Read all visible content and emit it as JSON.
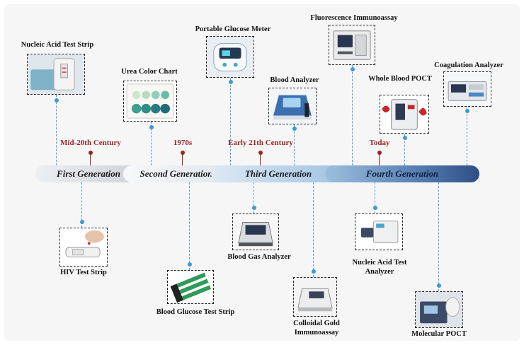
{
  "generations": [
    {
      "label": "First Generation"
    },
    {
      "label": "Second Generation"
    },
    {
      "label": "Third Generation"
    },
    {
      "label": "Fourth Generation"
    }
  ],
  "eras": [
    {
      "label": "Mid-20th Century"
    },
    {
      "label": "1970s"
    },
    {
      "label": "Early 21th Century"
    },
    {
      "label": "Today"
    }
  ],
  "devices_above": [
    {
      "name": "Nucleic Acid Test Strip"
    },
    {
      "name": "Urea Color Chart"
    },
    {
      "name": "Portable Glucose Meter"
    },
    {
      "name": "Blood Analyzer"
    },
    {
      "name": "Fluorescence Immunoassay"
    },
    {
      "name": "Whole Blood POCT"
    },
    {
      "name": "Coagulation Analyzer"
    }
  ],
  "devices_below": [
    {
      "name": "HIV Test Strip"
    },
    {
      "name": "Blood Glucose Test Strip"
    },
    {
      "name": "Blood Gas Analyzer"
    },
    {
      "name": "Colloidal Gold Immunoassay"
    },
    {
      "name": "Nucleic Acid Test Analyzer"
    },
    {
      "name": "Molecular POCT"
    }
  ],
  "colors": {
    "era_text": "#9b2424",
    "connector": "#4da3d6",
    "timeline_dark": "#2e4f86"
  }
}
